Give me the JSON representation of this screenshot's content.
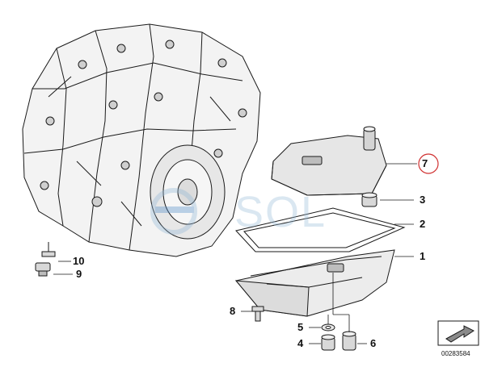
{
  "callouts": {
    "c1": "1",
    "c2": "2",
    "c3": "3",
    "c4": "4",
    "c5": "5",
    "c6": "6",
    "c7": "7",
    "c8": "8",
    "c9": "9",
    "c10": "10"
  },
  "watermark": "SOL",
  "diagram_number": "00283584",
  "colors": {
    "line": "#1a1a1a",
    "part_fill": "#f2f2f2",
    "shade": "#bdbdbd",
    "highlight_circle": "#d03030",
    "watermark": "#8fb6d6"
  }
}
